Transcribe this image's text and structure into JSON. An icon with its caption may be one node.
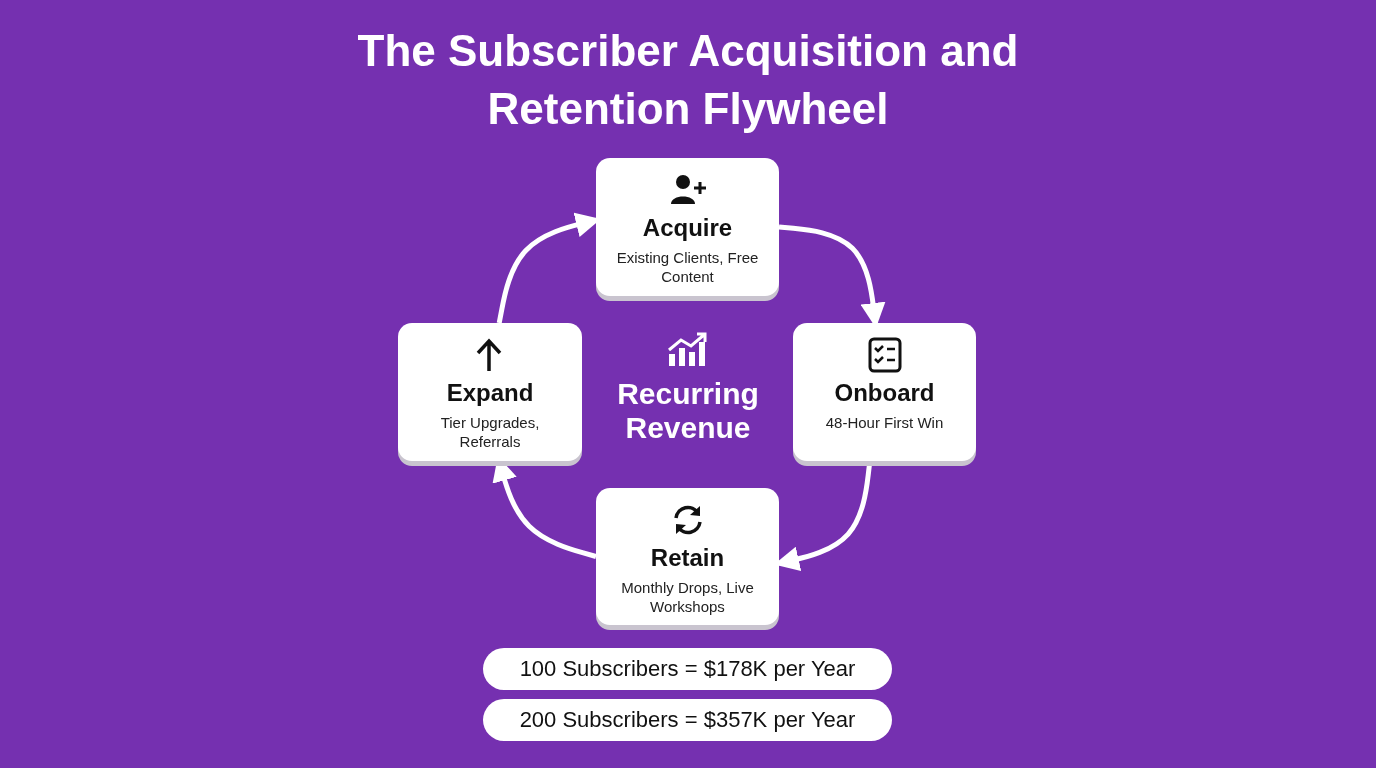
{
  "diagram": {
    "title": "The Subscriber Acquisition and Retention Flywheel",
    "nodes": [
      {
        "text": [
          "Acquire",
          "Existing Clients, Free Content"
        ]
      },
      {
        "text": [
          "Onboard",
          "48-Hour First Win"
        ]
      },
      {
        "text": [
          "Retain",
          "Monthly Drops, Live Workshops"
        ]
      },
      {
        "text": [
          "Expand",
          "Tier Upgrades, Referrals"
        ]
      }
    ],
    "edges": [
      {
        "from": 0,
        "to": 1,
        "arrow": "to"
      },
      {
        "from": 1,
        "to": 2,
        "arrow": "to"
      },
      {
        "from": 2,
        "to": 3,
        "arrow": "to"
      },
      {
        "from": 3,
        "to": 0,
        "arrow": "to"
      }
    ],
    "labels": [
      "Recurring Revenue",
      "100 Subscribers = $178K per Year",
      "200 Subscribers = $357K per Year"
    ]
  }
}
